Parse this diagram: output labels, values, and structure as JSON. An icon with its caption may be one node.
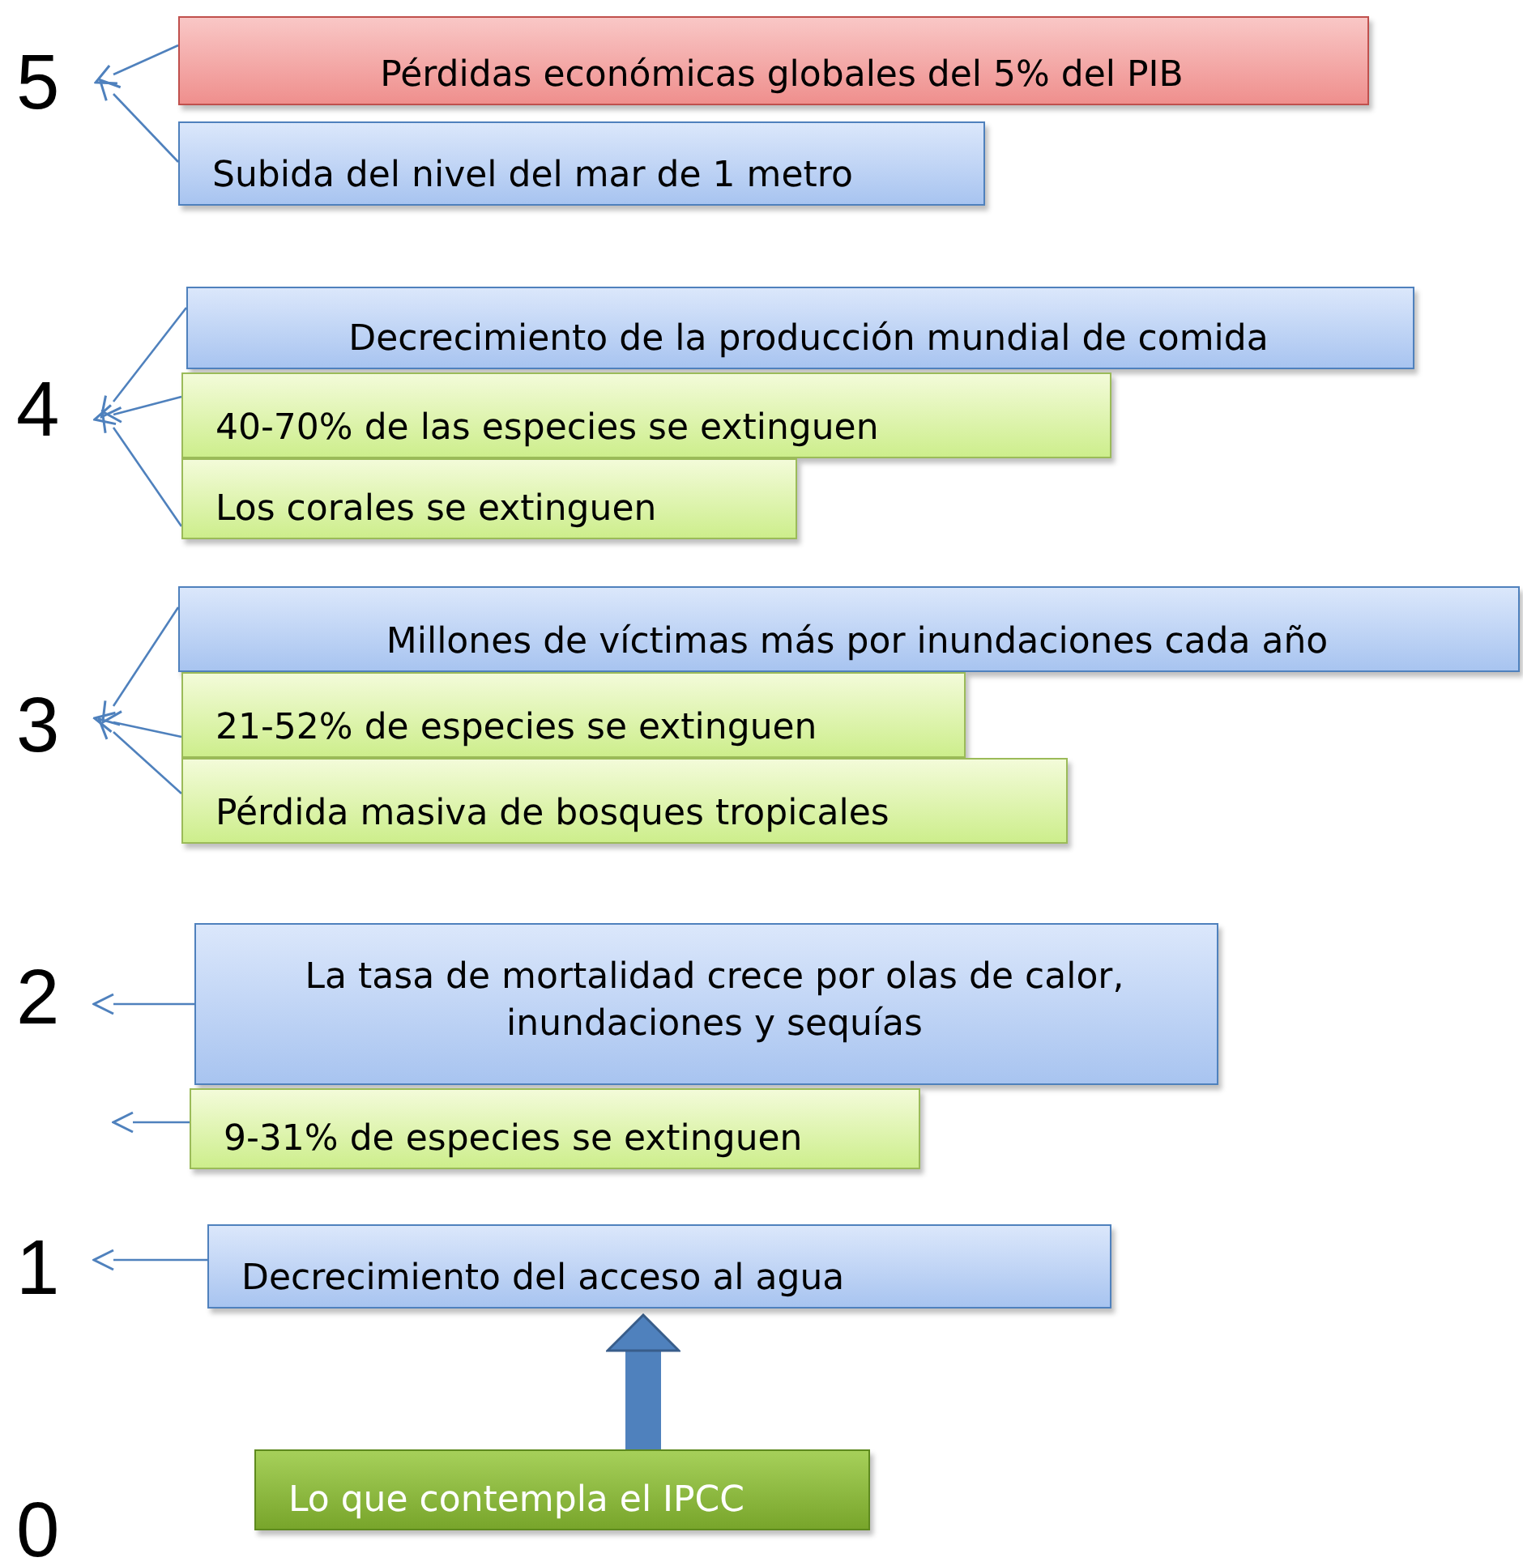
{
  "diagram": {
    "nodes": [
      {
        "text": [
          "5"
        ]
      },
      {
        "text": [
          "Pérdidas económicas globales del 5% del PIB"
        ]
      },
      {
        "text": [
          "Subida del nivel del mar de 1 metro"
        ]
      },
      {
        "text": [
          "4"
        ]
      },
      {
        "text": [
          "Decrecimiento de la producción mundial de comida"
        ]
      },
      {
        "text": [
          "40-70% de las especies se extinguen"
        ]
      },
      {
        "text": [
          "Los corales se extinguen"
        ]
      },
      {
        "text": [
          "3"
        ]
      },
      {
        "text": [
          "Millones de víctimas más por inundaciones cada año"
        ]
      },
      {
        "text": [
          "21-52% de especies se extinguen"
        ]
      },
      {
        "text": [
          "Pérdida masiva de bosques tropicales"
        ]
      },
      {
        "text": [
          "2"
        ]
      },
      {
        "text": [
          "La tasa de mortalidad crece por olas de calor, inundaciones y sequías"
        ]
      },
      {
        "text": [
          "9-31% de especies se extinguen"
        ]
      },
      {
        "text": [
          "1"
        ]
      },
      {
        "text": [
          "Decrecimiento del acceso al agua"
        ]
      },
      {
        "text": [
          "Lo que contempla el IPCC"
        ]
      },
      {
        "text": [
          "0"
        ]
      }
    ],
    "edges": [
      {
        "from": 1,
        "to": 0,
        "arrow": "to"
      },
      {
        "from": 2,
        "to": 0,
        "arrow": "to"
      },
      {
        "from": 4,
        "to": 3,
        "arrow": "to"
      },
      {
        "from": 5,
        "to": 3,
        "arrow": "to"
      },
      {
        "from": 6,
        "to": 3,
        "arrow": "to"
      },
      {
        "from": 8,
        "to": 7,
        "arrow": "to"
      },
      {
        "from": 9,
        "to": 7,
        "arrow": "to"
      },
      {
        "from": 10,
        "to": 7,
        "arrow": "to"
      },
      {
        "from": 12,
        "to": 11,
        "arrow": "to"
      },
      {
        "from": 13,
        "to": null,
        "arrow": "to"
      },
      {
        "from": 15,
        "to": 14,
        "arrow": "to"
      },
      {
        "from": 16,
        "to": 15,
        "arrow": "to",
        "style": "thick"
      }
    ]
  }
}
